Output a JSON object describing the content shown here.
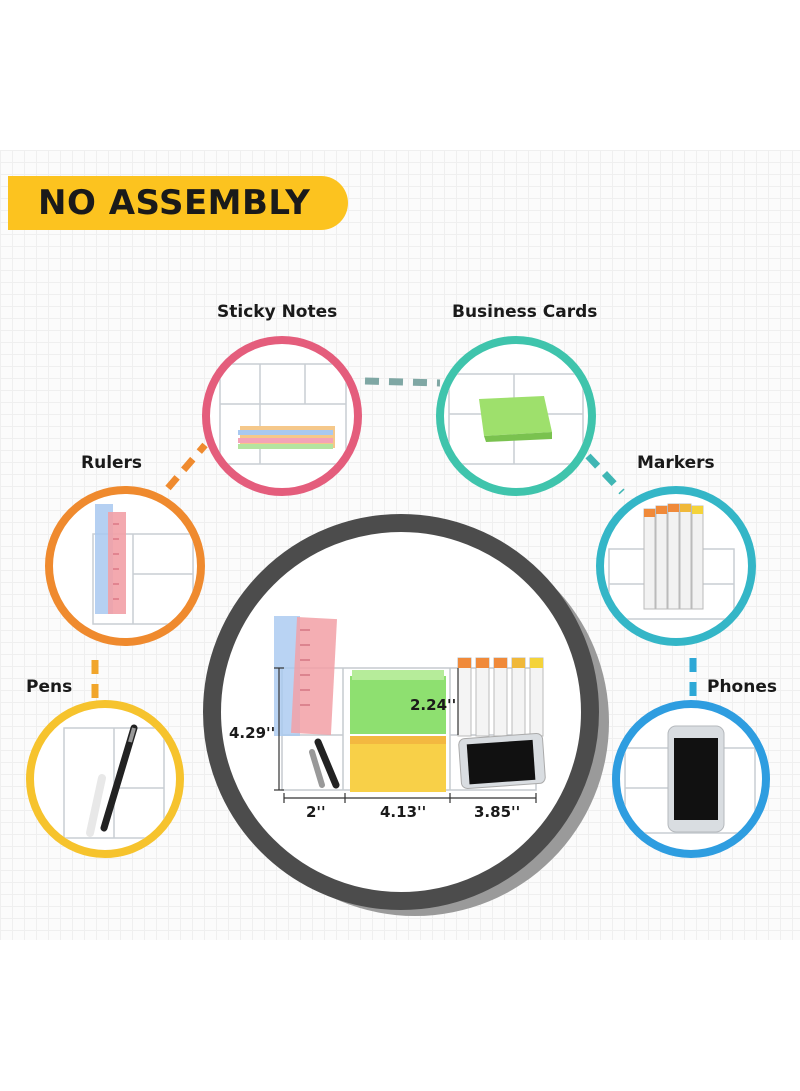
{
  "banner": {
    "text": "NO ASSEMBLY",
    "color": "#fcc31f"
  },
  "categories": [
    {
      "label": "Sticky Notes",
      "ring_color": "#e45d7c",
      "icon": "sticky-notes-icon"
    },
    {
      "label": "Business Cards",
      "ring_color": "#3fc4ac",
      "icon": "business-cards-icon"
    },
    {
      "label": "Rulers",
      "ring_color": "#ef8a2e",
      "icon": "ruler-icon"
    },
    {
      "label": "Markers",
      "ring_color": "#34b6c7",
      "icon": "marker-icon"
    },
    {
      "label": "Pens",
      "ring_color": "#f6c32d",
      "icon": "pen-icon"
    },
    {
      "label": "Phones",
      "ring_color": "#2e9de0",
      "icon": "phone-icon"
    }
  ],
  "dimensions": {
    "height": "4.29''",
    "inner_height": "2.24''",
    "width_left": "2''",
    "width_middle": "4.13''",
    "width_right": "3.85''"
  }
}
